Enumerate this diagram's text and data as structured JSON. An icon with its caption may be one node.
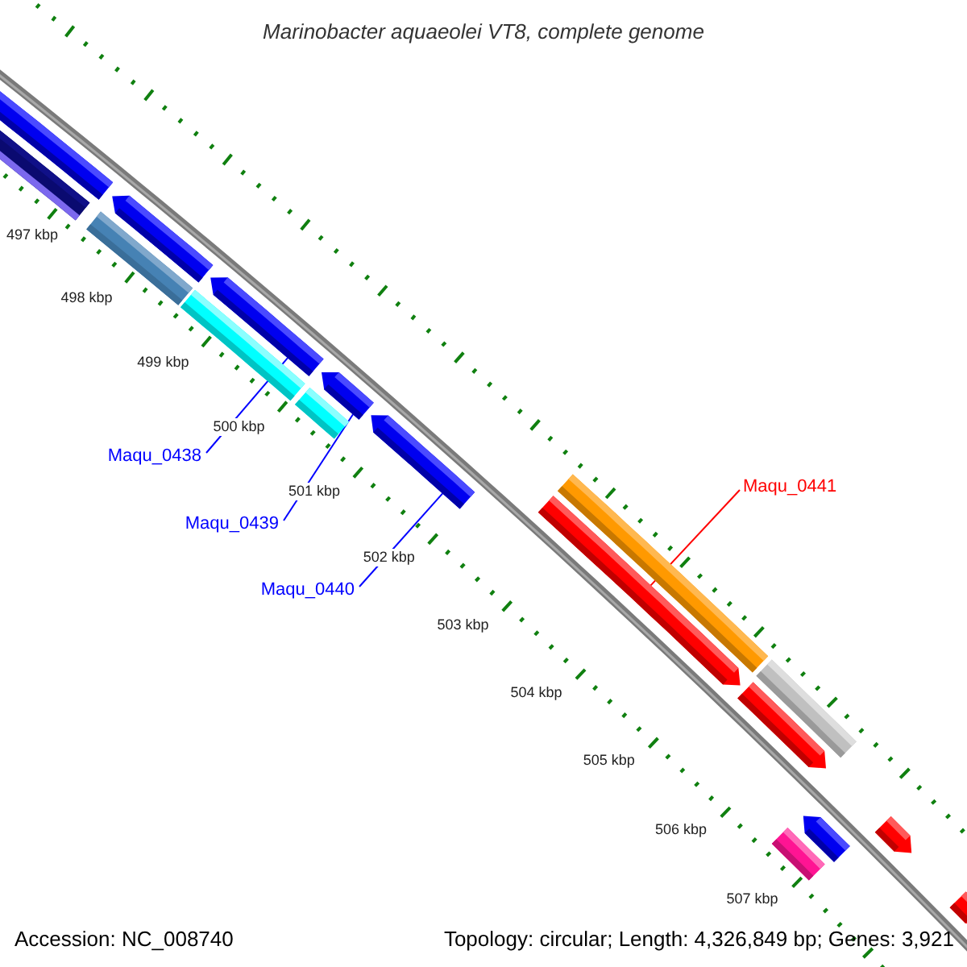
{
  "diagram": {
    "title": "Marinobacter aquaeolei VT8, complete genome",
    "nodes": [
      {
        "text": [
          "Maqu_0438"
        ]
      },
      {
        "text": [
          "Maqu_0439"
        ]
      },
      {
        "text": [
          "Maqu_0440"
        ]
      },
      {
        "text": [
          "Maqu_0441"
        ]
      },
      {
        "text": [],
        "shape": "bar"
      },
      {
        "text": [],
        "shape": "bar"
      },
      {
        "text": [],
        "shape": "arrow"
      },
      {
        "text": [],
        "shape": "bar"
      },
      {
        "text": [],
        "shape": "arrow"
      },
      {
        "text": [],
        "shape": "bar"
      },
      {
        "text": [],
        "shape": "arrow"
      },
      {
        "text": [],
        "shape": "bar"
      },
      {
        "text": [],
        "shape": "arrow"
      },
      {
        "text": [],
        "shape": "arrow"
      },
      {
        "text": [],
        "shape": "bar"
      },
      {
        "text": [],
        "shape": "arrow"
      },
      {
        "text": [],
        "shape": "bar"
      },
      {
        "text": [],
        "shape": "bar"
      },
      {
        "text": [],
        "shape": "arrow"
      },
      {
        "text": [],
        "shape": "arrow"
      },
      {
        "text": [],
        "shape": "arrow"
      }
    ],
    "edges": [
      {
        "from": 0,
        "to": 8,
        "arrow": "none"
      },
      {
        "from": 1,
        "to": 10,
        "arrow": "none"
      },
      {
        "from": 2,
        "to": 12,
        "arrow": "none"
      },
      {
        "from": 3,
        "to": 13,
        "arrow": "none",
        "color": "#ff0000"
      }
    ],
    "labels": [
      "497 kbp",
      "498 kbp",
      "499 kbp",
      "500 kbp",
      "501 kbp",
      "502 kbp",
      "503 kbp",
      "504 kbp",
      "505 kbp",
      "506 kbp",
      "507 kbp",
      "Accession: NC_008740",
      "Topology: circular; Length: 4,326,849 bp; Genes: 3,921"
    ]
  }
}
